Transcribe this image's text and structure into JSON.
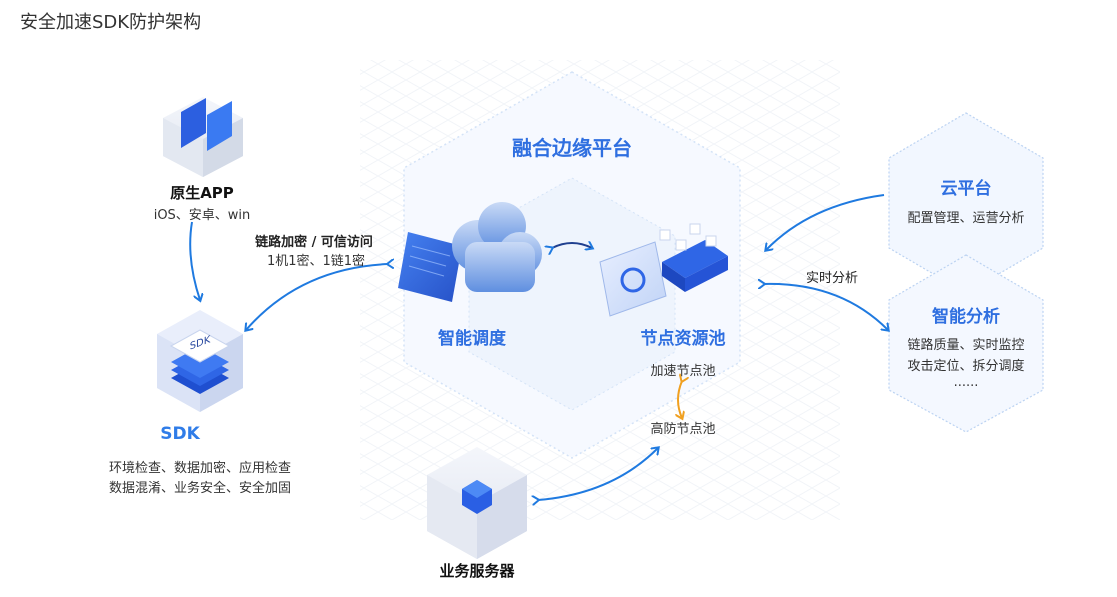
{
  "title": "安全加速SDK防护架构",
  "native_app": {
    "title": "原生APP",
    "subtitle": "iOS、安卓、win"
  },
  "link": {
    "line1": "链路加密 / 可信访问",
    "line2": "1机1密、1链1密"
  },
  "sdk": {
    "badge": "SDK",
    "title": "SDK",
    "line1": "环境检查、数据加密、应用检查",
    "line2": "数据混淆、业务安全、安全加固"
  },
  "platform": {
    "title": "融合边缘平台",
    "scheduling": "智能调度",
    "node_pool": "节点资源池",
    "accel_pool": "加速节点池",
    "ddos_pool": "高防节点池"
  },
  "cloud": {
    "title": "云平台",
    "subtitle": "配置管理、运营分析"
  },
  "realtime": {
    "label": "实时分析"
  },
  "analysis": {
    "title": "智能分析",
    "line1": "链路质量、实时监控",
    "line2": "攻击定位、拆分调度",
    "line3": "......"
  },
  "server": {
    "title": "业务服务器"
  },
  "colors": {
    "accent": "#2f6fe0",
    "arrow": "#1f7ae0",
    "orange_arrow": "#f0a020"
  }
}
